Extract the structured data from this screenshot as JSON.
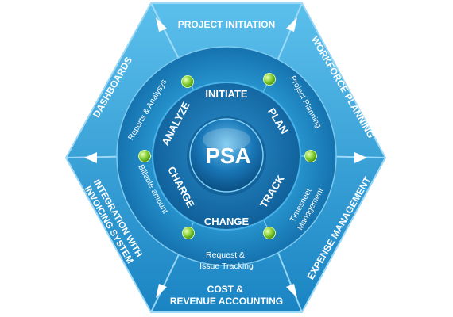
{
  "center": {
    "label": "PSA"
  },
  "outer_segments": {
    "top": [
      "PROJECT INITIATION"
    ],
    "upper_right": [
      "WORKFORCE PLANNING"
    ],
    "lower_right": [
      "EXPENSE MANAGEMENT"
    ],
    "bottom": [
      "COST &",
      "REVENUE ACCOUNTING"
    ],
    "lower_left": [
      "INTEGRATION WITH",
      "INVOICING SYSTEM"
    ],
    "upper_left": [
      "DASHBOARDS"
    ]
  },
  "phases": {
    "initiate": "INITIATE",
    "plan": "PLAN",
    "track": "TRACK",
    "change": "CHANGE",
    "charge": "CHARGE",
    "analyze": "ANALYZE"
  },
  "ring_labels": {
    "plan": [
      "Project Planning"
    ],
    "track": [
      "Timesheet",
      "Management"
    ],
    "change": [
      "Request &",
      "Issue Tracking"
    ],
    "charge": [
      "Billable amount"
    ],
    "analyze": [
      "Reports & Analysys"
    ]
  },
  "colors": {
    "outer": "#2e9fd7",
    "outer_light": "#5cc0ec",
    "outer_dark": "#1179b6",
    "ring": "#1e8cc8",
    "inner": "#1877b3",
    "core": "#0c5d96",
    "node": "#8ed33a",
    "text": "#ffffff"
  }
}
